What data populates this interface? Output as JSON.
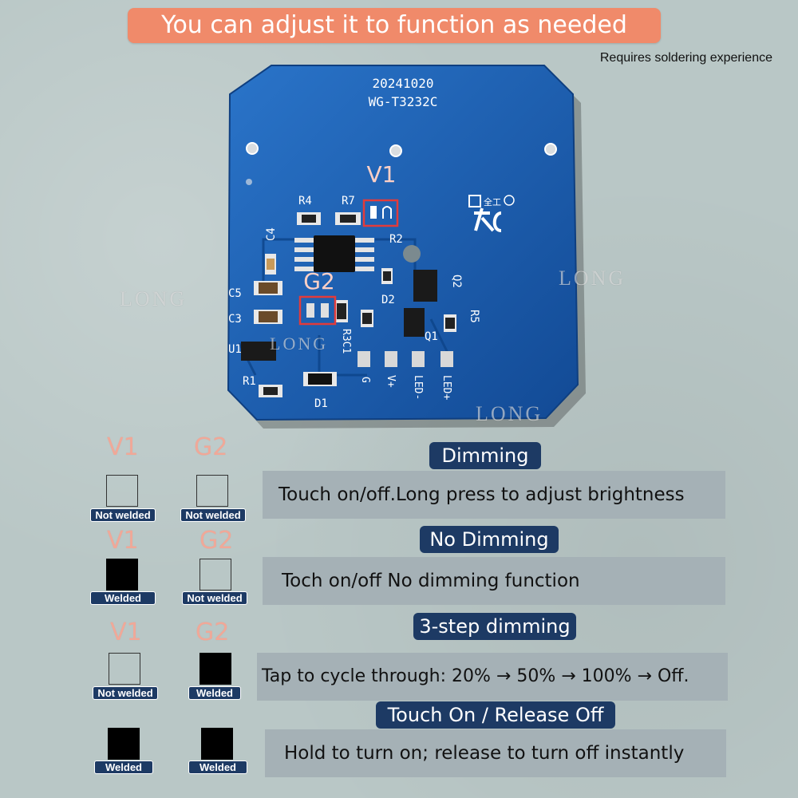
{
  "banner": "You can adjust it to function as needed",
  "note": "Requires soldering experience",
  "pcb": {
    "board_date": "20241020",
    "board_model": "WG-T3232C",
    "callout_v1": "V1",
    "callout_g2": "G2",
    "silk": {
      "r4": "R4",
      "r7": "R7",
      "r2": "R2",
      "c4": "C4",
      "c5": "C5",
      "c3": "C3",
      "u1": "U1",
      "r1": "R1",
      "d1": "D1",
      "d2": "D2",
      "q1": "Q1",
      "q2": "Q2",
      "r5": "R5",
      "r3c1": "R3C1",
      "g": "G",
      "vplus": "V+",
      "ledminus": "LED-",
      "ledplus": "LED+"
    },
    "colors": {
      "board": "#1a5fb4",
      "callout": "#e23b3b"
    }
  },
  "watermark": "LONG",
  "labels": {
    "v1": "V1",
    "g2": "G2"
  },
  "modes": [
    {
      "heading": "Dimming",
      "description": "Touch on/off.Long press to adjust  brightness",
      "v1": {
        "state": "Not welded",
        "welded": false
      },
      "g2": {
        "state": "Not welded",
        "welded": false
      }
    },
    {
      "heading": "No Dimming",
      "description": "Toch on/off No dimming function",
      "v1": {
        "state": "Welded",
        "welded": true
      },
      "g2": {
        "state": "Not welded",
        "welded": false
      }
    },
    {
      "heading": "3-step dimming",
      "description": "Tap to cycle through: 20% → 50% → 100% → Off.",
      "v1": {
        "state": "Not welded",
        "welded": false
      },
      "g2": {
        "state": "Welded",
        "welded": true
      }
    },
    {
      "heading": "Touch On / Release Off",
      "description": "Hold to turn on; release to turn off instantly",
      "v1": {
        "state": "Welded",
        "welded": true
      },
      "g2": {
        "state": "Welded",
        "welded": true
      }
    }
  ]
}
